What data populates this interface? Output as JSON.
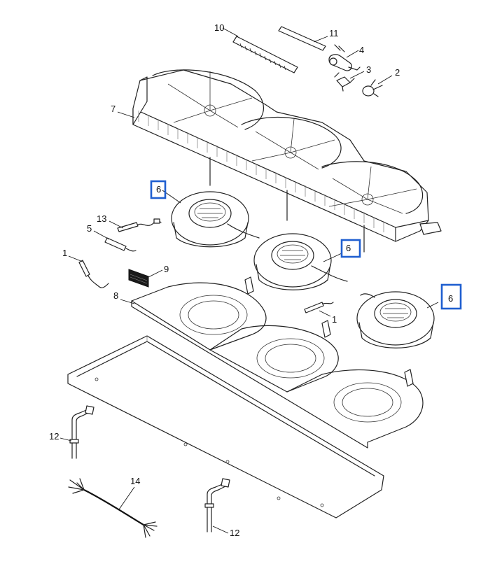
{
  "callouts": {
    "c1a": "1",
    "c1b": "1",
    "c2": "2",
    "c3": "3",
    "c4": "4",
    "c5": "5",
    "c6a": "6",
    "c6b": "6",
    "c6c": "6",
    "c7": "7",
    "c8": "8",
    "c9": "9",
    "c10": "10",
    "c11": "11",
    "c12a": "12",
    "c12b": "12",
    "c13": "13",
    "c14": "14"
  },
  "colors": {
    "highlight": "#1f5fd0",
    "line": "#222222",
    "background": "#ffffff"
  }
}
